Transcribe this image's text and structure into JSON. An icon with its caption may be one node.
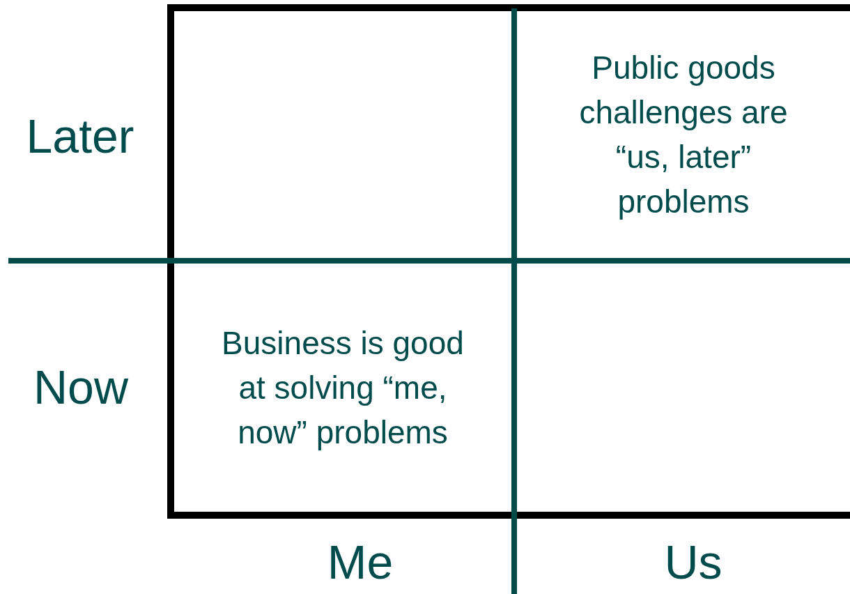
{
  "diagram": {
    "nodes": [
      {
        "text": [
          "Public goods challenges are “us, later” problems"
        ]
      },
      {
        "text": [
          "Business is good at solving “me, now” problems"
        ]
      }
    ],
    "labels": [
      "Later",
      "Now",
      "Me",
      "Us"
    ]
  }
}
